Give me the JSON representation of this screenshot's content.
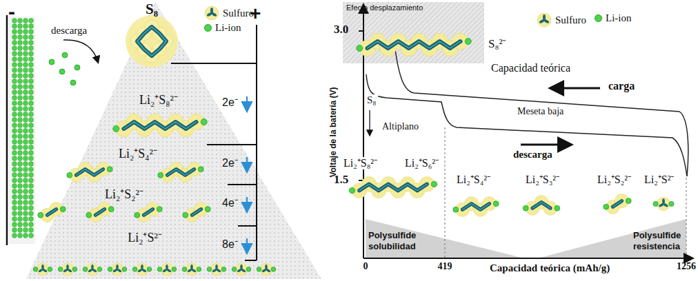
{
  "diagram": {
    "labels": [
      "-",
      "+",
      "descarga",
      "S₈",
      "2e⁻",
      "Li₂⁺S₈²⁻",
      "2e⁻",
      "Li₂⁺S₄²⁻",
      "4e⁻",
      "Li₂⁺S₂²⁻",
      "8e⁻",
      "Li₂⁺S²⁻",
      "3.0",
      "Efecto desplazamiento",
      "S₈²⁻",
      "Capacidad teórica",
      "carga",
      "S₈",
      "Altiplano",
      "Meseta baja",
      "descarga",
      "1.5",
      "Li₂⁺S₈²⁻",
      "Li₂⁺S₆²⁻",
      "Li₂⁺S₄²⁻",
      "Li₂⁺S₃²⁻",
      "Li₂⁺S₂²⁻",
      "Li₂⁺S²⁻",
      "Polysulfide solubilidad",
      "Polysulfide resistencia",
      "0",
      "419",
      "1256",
      "Capacidad teórica (mAh/g)",
      "Voltaje de la batería (V)"
    ],
    "legend": [
      {
        "text": "Sulfuro"
      },
      {
        "text": "Li-ion",
        "color": "#4cd44c"
      },
      {
        "text": "Sulfuro"
      },
      {
        "text": "Li-ion",
        "color": "#4cd44c"
      }
    ]
  }
}
